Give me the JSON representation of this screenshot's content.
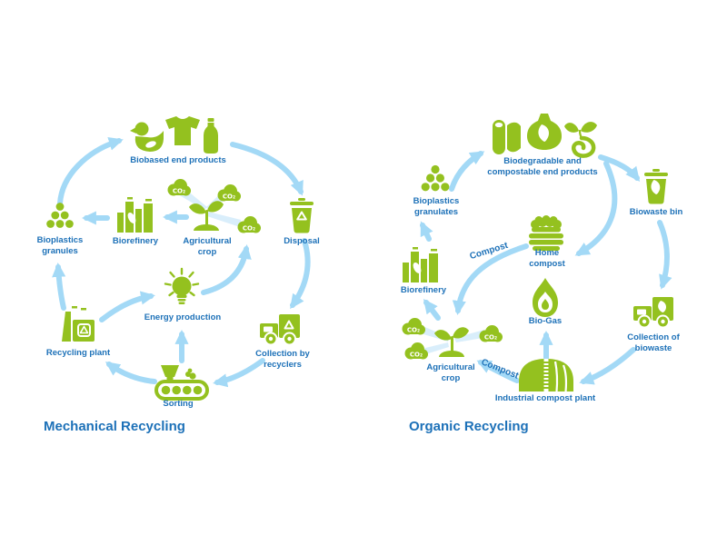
{
  "palette": {
    "green": "#94C11F",
    "blue": "#1D71B8",
    "arrow_blue": "#A3D9F6",
    "beam_blue": "#D9EEFB"
  },
  "co2_label": "CO₂",
  "mechanical": {
    "title": "Mechanical Recycling",
    "nodes": {
      "biobased_end_products": "Biobased end products",
      "bioplastics_granules": "Bioplastics\ngranules",
      "biorefinery": "Biorefinery",
      "agricultural_crop": "Agricultural\ncrop",
      "disposal": "Disposal",
      "energy_production": "Energy production",
      "recycling_plant": "Recycling plant",
      "sorting": "Sorting",
      "collection_by_recyclers": "Collection by\nrecyclers"
    },
    "flows": [
      {
        "from": "Bioplastics granules",
        "to": "Biobased end products"
      },
      {
        "from": "Biobased end products",
        "to": "Disposal"
      },
      {
        "from": "Disposal",
        "to": "Collection by recyclers"
      },
      {
        "from": "Collection by recyclers",
        "to": "Sorting"
      },
      {
        "from": "Sorting",
        "to": "Recycling plant"
      },
      {
        "from": "Sorting",
        "to": "Energy production"
      },
      {
        "from": "Recycling plant",
        "to": "Energy production"
      },
      {
        "from": "Recycling plant",
        "to": "Bioplastics granules"
      },
      {
        "from": "Energy production",
        "to": "Agricultural crop"
      },
      {
        "from": "Agricultural crop",
        "to": "Biorefinery"
      },
      {
        "from": "Biorefinery",
        "to": "Bioplastics granules"
      }
    ]
  },
  "organic": {
    "title": "Organic Recycling",
    "nodes": {
      "biodegradable_end_products": "Biodegradable and\ncompostable end products",
      "bioplastics_granulates": "Bioplastics\ngranulates",
      "biowaste_bin": "Biowaste bin",
      "home_compost": "Home\ncompost",
      "biorefinery": "Biorefinery",
      "biogas": "Bio-Gas",
      "agricultural_crop": "Agricultural\ncrop",
      "industrial_compost_plant": "Industrial compost plant",
      "collection_of_biowaste": "Collection of\nbiowaste"
    },
    "flow_labels": {
      "home_compost_to_crop": "Compost",
      "industrial_to_crop": "Compost"
    },
    "flows": [
      {
        "from": "Bioplastics granulates",
        "to": "Biodegradable and compostable end products"
      },
      {
        "from": "Biodegradable and compostable end products",
        "to": "Biowaste bin"
      },
      {
        "from": "Biodegradable and compostable end products",
        "to": "Home compost"
      },
      {
        "from": "Biowaste bin",
        "to": "Collection of biowaste"
      },
      {
        "from": "Collection of biowaste",
        "to": "Industrial compost plant"
      },
      {
        "from": "Industrial compost plant",
        "to": "Bio-Gas"
      },
      {
        "from": "Industrial compost plant",
        "to": "Agricultural crop",
        "label": "Compost"
      },
      {
        "from": "Home compost",
        "to": "Agricultural crop",
        "label": "Compost"
      },
      {
        "from": "Agricultural crop",
        "to": "Biorefinery"
      },
      {
        "from": "Biorefinery",
        "to": "Bioplastics granulates"
      }
    ]
  }
}
